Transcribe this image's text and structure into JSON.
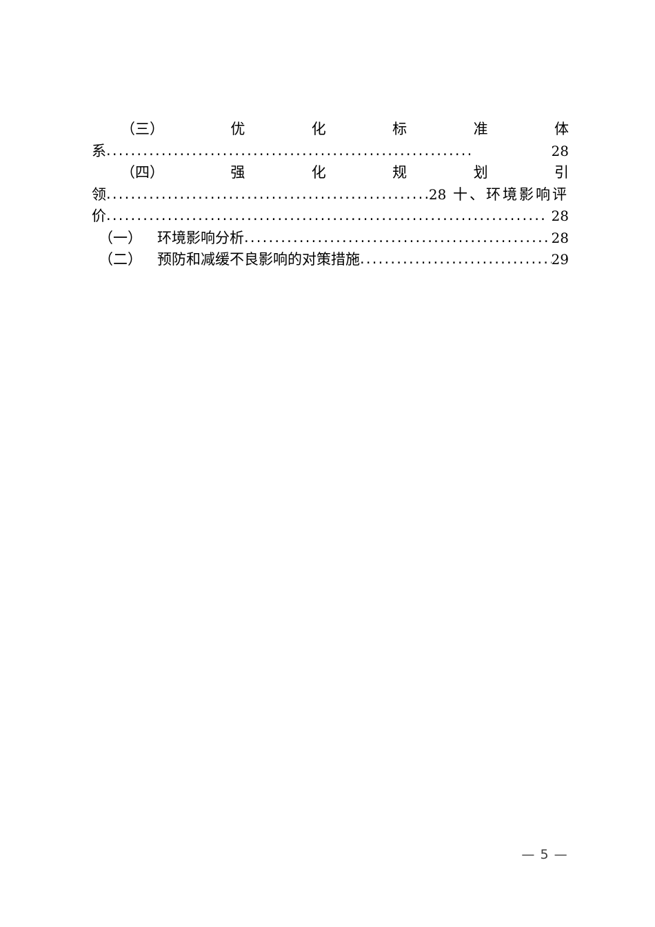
{
  "document": {
    "type": "table-of-contents",
    "page_label": "— 5 —",
    "page_number": "5"
  },
  "toc": {
    "entries": [
      {
        "id": "entry-3",
        "number": "（三）",
        "title_chars": [
          "优",
          "化",
          "标",
          "准",
          "体"
        ],
        "wrap_head": "系",
        "leader": "............................................................",
        "page": "28",
        "tail": ""
      },
      {
        "id": "entry-4",
        "number": "（四）",
        "title_chars": [
          "强",
          "化",
          "规",
          "划",
          "引"
        ],
        "wrap_head": "领",
        "leader": "..............................................................",
        "page": "28",
        "tail": " 十、环境影响评"
      },
      {
        "id": "entry-5",
        "number": "",
        "title_chars": [],
        "wrap_head": "价",
        "leader": "..........................................................................",
        "page": " 28",
        "tail": ""
      }
    ],
    "simple_entries": [
      {
        "id": "entry-6",
        "number": "（一）",
        "title": "环境影响分析",
        "leader": "...........................................................",
        "page": "28"
      },
      {
        "id": "entry-7",
        "number": "（二）",
        "title": "预防和减缓不良影响的对策措施",
        "leader": ".................................",
        "page": "29"
      }
    ]
  }
}
